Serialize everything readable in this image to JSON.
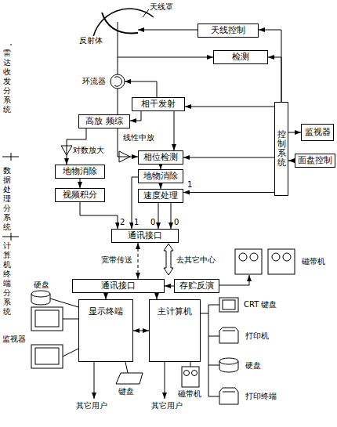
{
  "diagram": {
    "nodes": [
      {
        "text": [
          "天线控制"
        ]
      },
      {
        "text": [
          "检测"
        ]
      },
      {
        "text": [
          "相干发射"
        ]
      },
      {
        "text": [
          "高放 频综"
        ]
      },
      {
        "text": [
          "相位检测"
        ]
      },
      {
        "text": [
          "控制系统"
        ]
      },
      {
        "text": [
          "监视器"
        ]
      },
      {
        "text": [
          "面盘控制"
        ]
      },
      {
        "text": [
          "地物消除"
        ]
      },
      {
        "text": [
          "地物消除"
        ]
      },
      {
        "text": [
          "视频积分"
        ]
      },
      {
        "text": [
          "速度处理"
        ]
      },
      {
        "text": [
          "通讯接口"
        ]
      },
      {
        "text": [
          "通讯接口"
        ]
      },
      {
        "text": [
          "存贮反演"
        ]
      },
      {
        "text": [
          "显示终端"
        ]
      },
      {
        "text": [
          "主计算机"
        ]
      }
    ],
    "edges": [
      {
        "from": 5,
        "to": 0,
        "arrow": "to"
      },
      {
        "from": 5,
        "to": 1,
        "arrow": "to"
      },
      {
        "from": 5,
        "to": 2,
        "arrow": "to"
      },
      {
        "from": 2,
        "to": 3,
        "arrow": "to"
      },
      {
        "from": 3,
        "to": 8,
        "arrow": "to"
      },
      {
        "from": 3,
        "to": 4,
        "arrow": "to"
      },
      {
        "from": 2,
        "to": 4,
        "arrow": "to"
      },
      {
        "from": 4,
        "to": 9,
        "arrow": "to"
      },
      {
        "from": 8,
        "to": 10,
        "arrow": "to"
      },
      {
        "from": 9,
        "to": 11,
        "arrow": "to"
      },
      {
        "from": 10,
        "to": 12,
        "arrow": "to"
      },
      {
        "from": 9,
        "to": 12,
        "arrow": "to"
      },
      {
        "from": 11,
        "to": 12,
        "arrow": "to"
      },
      {
        "from": 5,
        "to": 11,
        "arrow": "to"
      },
      {
        "from": 5,
        "to": 4,
        "arrow": "to"
      },
      {
        "from": 5,
        "to": 6,
        "arrow": "to"
      },
      {
        "from": 7,
        "to": 5,
        "arrow": "to"
      },
      {
        "from": 12,
        "to": 13,
        "arrow": "both"
      },
      {
        "from": 14,
        "to": 13,
        "arrow": "to"
      },
      {
        "from": 13,
        "to": 15,
        "arrow": "to"
      },
      {
        "from": 13,
        "to": 16,
        "arrow": "to"
      },
      {
        "from": 15,
        "to": 16,
        "arrow": "both"
      }
    ],
    "labels": [
      "天线罩",
      "反射体",
      "环流器",
      "对数放大",
      "线性中放",
      "雷达收发分系统",
      "数据处理分系统",
      "计算机终端分系统",
      "2",
      "1",
      "0",
      "0",
      "1",
      "宽带传送",
      "去其它中心",
      "磁带机",
      "硬盘",
      "监视器",
      "CRT 键盘",
      "打印机",
      "硬盘",
      "打印终端",
      "磁带机",
      "键盘",
      "其它用户",
      "其它用户"
    ]
  }
}
